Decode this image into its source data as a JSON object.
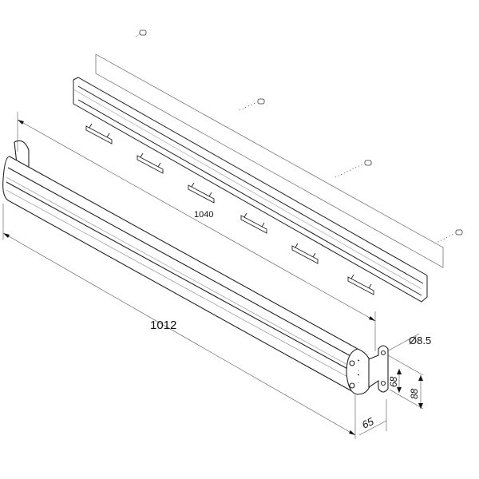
{
  "dimensions": {
    "length_outer": "1040",
    "length_rail": "1012",
    "hole_diameter": "Ø8.5",
    "hole_spacing": "68",
    "bracket_height": "88",
    "depth": "65"
  },
  "colors": {
    "line": "#222222",
    "thin": "#777777",
    "fill": "#ffffff",
    "shade": "#d8d8d8"
  }
}
